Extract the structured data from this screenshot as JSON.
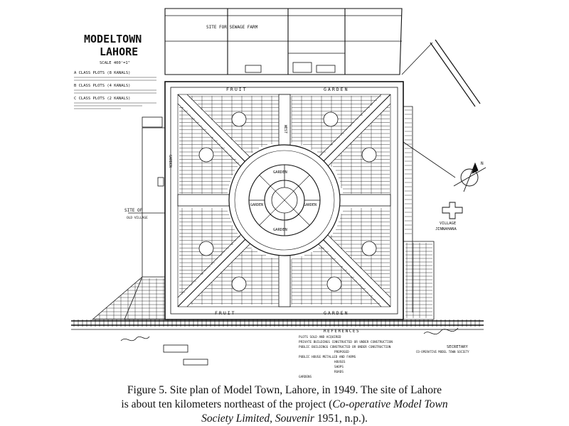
{
  "map": {
    "title_line1": "MODELTOWN",
    "title_line2": "LAHORE",
    "scale": "SCALE 400'=1\"",
    "legend": [
      "A CLASS PLOTS (8 KANALS)",
      "B CLASS PLOTS (4 KANALS)",
      "C CLASS PLOTS (2 KANALS)"
    ],
    "labels": {
      "sewage_farm": "SITE FOR SEWAGE FARM",
      "fruit_top": "FRUIT",
      "garden_top": "GARDEN",
      "fruit_bottom": "FRUIT",
      "garden_bottom": "GARDEN",
      "garden_center_top": "GARDEN",
      "garden_center_bottom": "GARDEN",
      "garden_center_left": "GARDEN",
      "garden_center_right": "GARDEN",
      "garden_left": "GARDEN",
      "west_side": "WEST",
      "site_of": "SITE OF",
      "village": "VILLAGE",
      "village_name": "JINNAHANA"
    },
    "references_title": "REFERENCES",
    "references": [
      "PLOTS SOLD AND ACQUIRED",
      "PRIVATE BUILDINGS CONSTRUCTED OR UNDER CONSTRUCTION",
      "PUBLIC BUILDINGS CONSTRUCTED OR UNDER CONSTRUCTION",
      "PROPOSED",
      "PUBLIC HOUSE METALLED AND FARMS",
      "HOUSES",
      "SHOPS",
      "ROADS",
      "GARDENS"
    ],
    "signature": "SECRETARY",
    "signature_sub": "CO-OPERATIVE MODEL TOWN SOCIETY",
    "north_label": "N"
  },
  "caption": {
    "line1": "Figure 5. Site plan of Model Town, Lahore, in 1949. The site of Lahore",
    "line2": "is about ten kilometers northeast of the project (",
    "line2_italic": "Co-operative Model Town",
    "line3_italic": "Society Limited, Souvenir",
    "line3_rest": " 1951, n.p.)."
  }
}
